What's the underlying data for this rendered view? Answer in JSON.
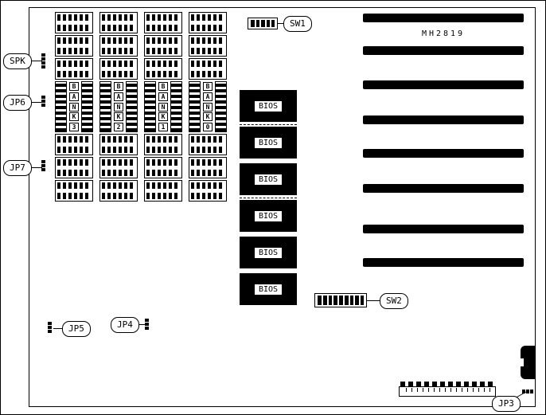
{
  "board": {
    "model_label": "MH2819"
  },
  "memory": {
    "banks": [
      {
        "name": "BANK3",
        "letters": [
          "B",
          "A",
          "N",
          "K",
          "3"
        ]
      },
      {
        "name": "BANK2",
        "letters": [
          "B",
          "A",
          "N",
          "K",
          "2"
        ]
      },
      {
        "name": "BANK1",
        "letters": [
          "B",
          "A",
          "N",
          "K",
          "1"
        ]
      },
      {
        "name": "BANK0",
        "letters": [
          "B",
          "A",
          "N",
          "K",
          "0"
        ]
      }
    ]
  },
  "bios": {
    "label": "BIOS",
    "count": 6
  },
  "expansion_slots": {
    "count": 8
  },
  "switches": [
    {
      "id": "sw1",
      "label": "SW1",
      "positions": 4
    },
    {
      "id": "sw2",
      "label": "SW2",
      "positions": 8
    }
  ],
  "jumpers": [
    {
      "id": "spk",
      "label": "SPK"
    },
    {
      "id": "jp6",
      "label": "JP6"
    },
    {
      "id": "jp7",
      "label": "JP7"
    },
    {
      "id": "jp5",
      "label": "JP5"
    },
    {
      "id": "jp4",
      "label": "JP4"
    },
    {
      "id": "jp3",
      "label": "JP3"
    }
  ],
  "colors": {
    "ink": "#000000",
    "background": "#ffffff"
  }
}
